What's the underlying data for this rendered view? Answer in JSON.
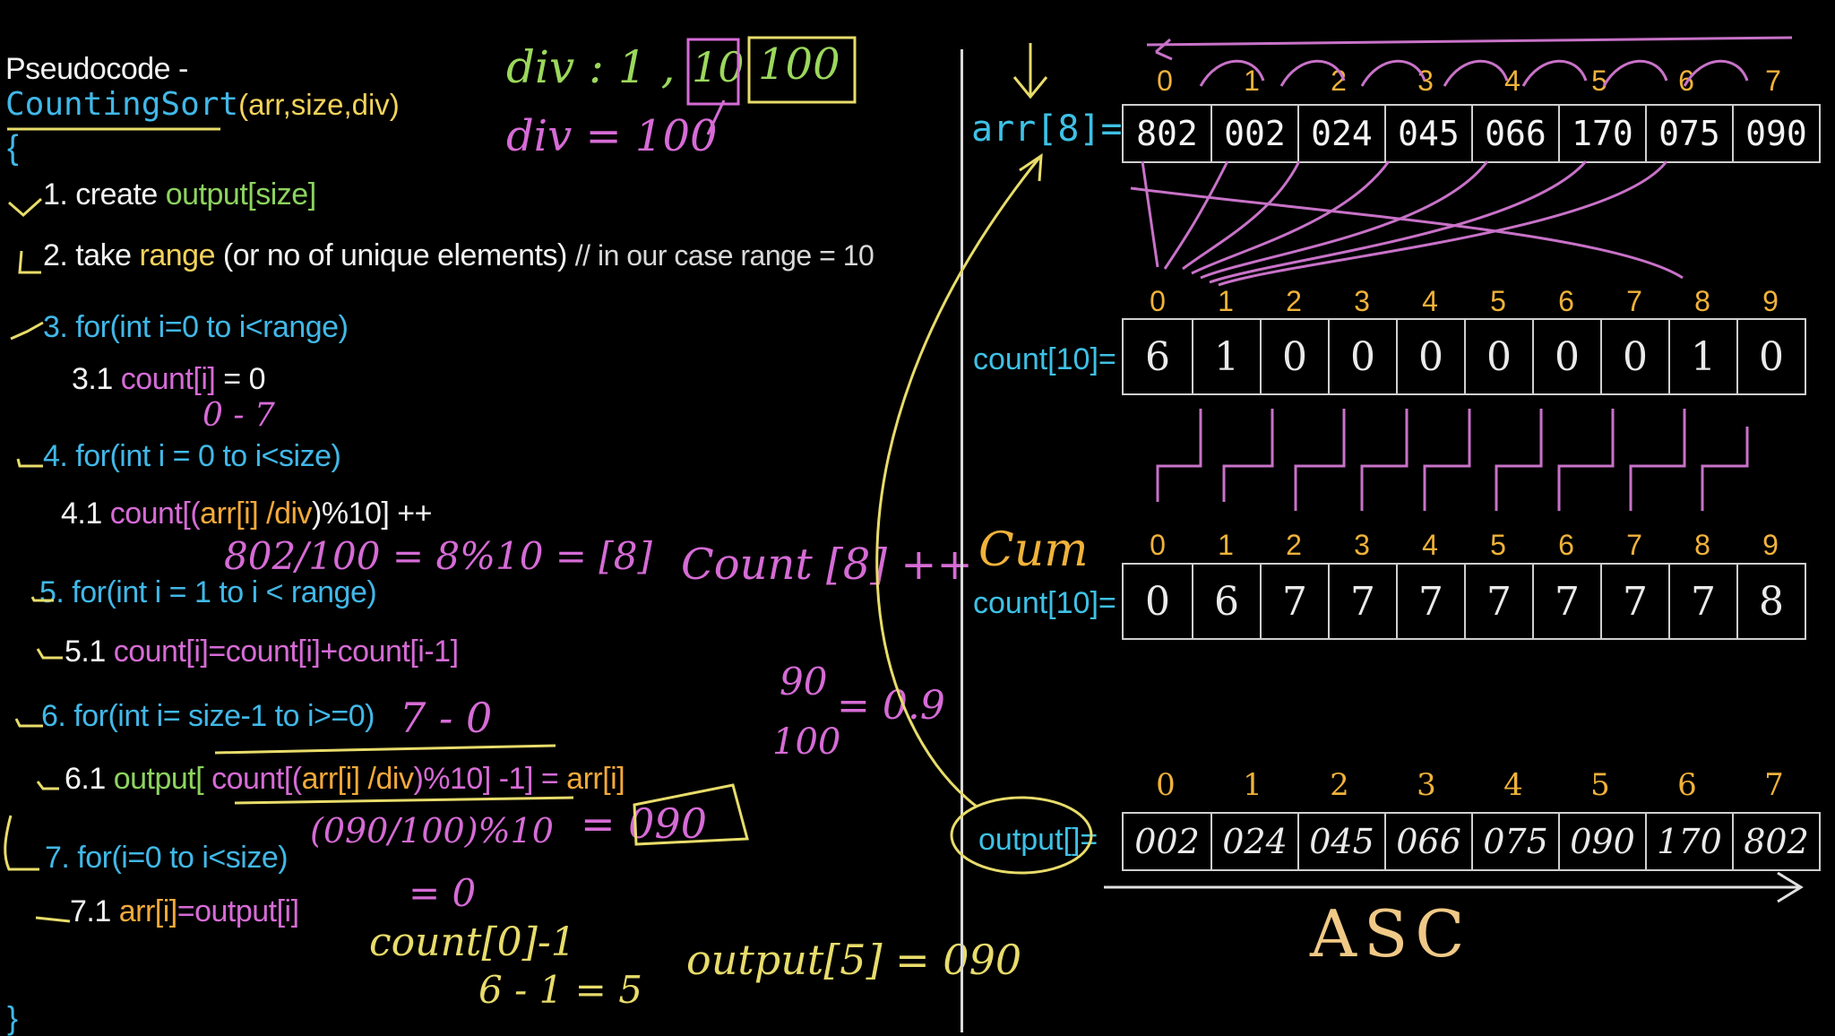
{
  "pseudocode": {
    "heading": "Pseudocode -",
    "signature_fn": "CountingSort",
    "signature_args": "(arr,size,div)",
    "open_brace": "{",
    "close_brace": "}",
    "lines": {
      "l1_a": "1. create ",
      "l1_b": "output[size]",
      "l2_a": "2. take ",
      "l2_b": "range",
      "l2_c": " (or no of unique elements) ",
      "l2_d": "// in our case range = 10",
      "l3": "3. for(int i=0 to i<range)",
      "l31_a": "3.1 ",
      "l31_b": "count[i]",
      "l31_c": " = 0",
      "l4": "4. for(int i = 0 to i<size)",
      "l41_a": "4.1 ",
      "l41_b": "count[(",
      "l41_c": "arr[i] /div",
      "l41_d": ")%10] ++",
      "l5": "5. for(int i = 1 to i < range)",
      "l51_a": "5.1 ",
      "l51_b": "count[i]=count[i]+count[i-1]",
      "l6": "6. for(int i= size-1 to i>=0)",
      "l61_a": "6.1 ",
      "l61_b": "output[",
      "l61_c": " count[(",
      "l61_d": "arr[i] /div",
      "l61_e": ")%10] -1] = ",
      "l61_f": "arr[i]",
      "l7": "7. for(i=0 to i<size)",
      "l71_a": "7.1 ",
      "l71_b": "arr[i]",
      "l71_c": "=output[i]"
    }
  },
  "annotations": {
    "div_line1": "div : 1 ,",
    "div_10": "10",
    "div_100": "100",
    "div_line2": "div = 100",
    "range_07": "0 - 7",
    "calc_1": "802/100 = 8%10 = [8]",
    "calc_count": "Count [8] ++",
    "calc_90_top": "90",
    "calc_90_bottom": "100",
    "calc_90_eq": "= 0.9",
    "six_range": "7 - 0",
    "eq_090": "= 090",
    "calc_090": "(090/100)%10",
    "eq_0": "= 0",
    "count0": "count[0]-1",
    "six_minus": "6 - 1 = 5",
    "output5": "output[5] = 090",
    "cum_label": "Cum"
  },
  "arrays": {
    "arr_label": "arr[8]=",
    "arr_indices": [
      "0",
      "1",
      "2",
      "3",
      "4",
      "5",
      "6",
      "7"
    ],
    "arr_values": [
      "802",
      "002",
      "024",
      "045",
      "066",
      "170",
      "075",
      "090"
    ],
    "count_label": "count[10]=",
    "count_indices": [
      "0",
      "1",
      "2",
      "3",
      "4",
      "5",
      "6",
      "7",
      "8",
      "9"
    ],
    "count_values": [
      "6",
      "1",
      "0",
      "0",
      "0",
      "0",
      "0",
      "0",
      "1",
      "0"
    ],
    "cum_label": "count[10]=",
    "cum_indices": [
      "0",
      "1",
      "2",
      "3",
      "4",
      "5",
      "6",
      "7",
      "8",
      "9"
    ],
    "cum_values": [
      "6",
      "6",
      "7",
      "7",
      "7",
      "7",
      "7",
      "7",
      "7",
      "8"
    ],
    "cum_first_value": "0",
    "output_label": "output[]=",
    "output_indices": [
      "0",
      "1",
      "2",
      "3",
      "4",
      "5",
      "6",
      "7"
    ],
    "output_values": [
      "002",
      "024",
      "045",
      "066",
      "075",
      "090",
      "170",
      "802"
    ],
    "asc_label": "ASC"
  },
  "colors": {
    "background": "#000000",
    "cyan": "#41b8e8",
    "green": "#8dd35f",
    "yellow": "#f3d35b",
    "magenta": "#d66bd6",
    "orange": "#f0b23a"
  }
}
